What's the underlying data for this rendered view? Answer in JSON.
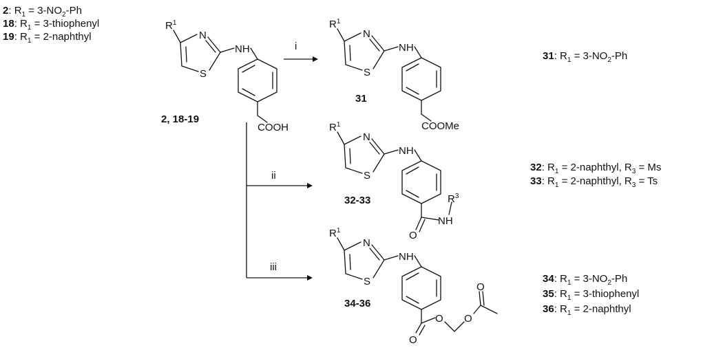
{
  "starting_material": {
    "label": "2, 18-19",
    "acid_group": "COOH",
    "substituent_list": [
      {
        "id": "2",
        "r": "R",
        "sub": "1",
        "eq": " = 3-NO",
        "sub2": "2",
        "tail": "-Ph"
      },
      {
        "id": "18",
        "r": "R",
        "sub": "1",
        "eq": " = 3-thiophenyl",
        "sub2": "",
        "tail": ""
      },
      {
        "id": "19",
        "r": "R",
        "sub": "1",
        "eq": " = 2-naphthyl",
        "sub2": "",
        "tail": ""
      }
    ]
  },
  "atoms": {
    "r_group": "R",
    "r_sup": "1",
    "n": "N",
    "s": "S",
    "nh": "NH",
    "o": "O",
    "r3": "R",
    "r3_sup": "3"
  },
  "reactions": [
    {
      "condition": "i",
      "product_label": "31",
      "ester_group": "COOMe",
      "r_list": [
        {
          "id": "31",
          "text": ": R",
          "sub": "1",
          "eq": " = 3-NO",
          "sub2": "2",
          "tail": "-Ph"
        }
      ]
    },
    {
      "condition": "ii",
      "product_label": "32-33",
      "r_list": [
        {
          "id": "32",
          "text": ": R",
          "sub": "1",
          "eq": " = 2-naphthyl, R",
          "sub2": "3",
          "tail": " = Ms"
        },
        {
          "id": "33",
          "text": ": R",
          "sub": "1",
          "eq": " = 2-naphthyl, R",
          "sub2": "3",
          "tail": " = Ts"
        }
      ]
    },
    {
      "condition": "iii",
      "product_label": "34-36",
      "r_list": [
        {
          "id": "34",
          "text": ": R",
          "sub": "1",
          "eq": " = 3-NO",
          "sub2": "2",
          "tail": "-Ph"
        },
        {
          "id": "35",
          "text": ": R",
          "sub": "1",
          "eq": " = 3-thiophenyl",
          "sub2": "",
          "tail": ""
        },
        {
          "id": "36",
          "text": ": R",
          "sub": "1",
          "eq": " = 2-naphthyl",
          "sub2": "",
          "tail": ""
        }
      ]
    }
  ]
}
